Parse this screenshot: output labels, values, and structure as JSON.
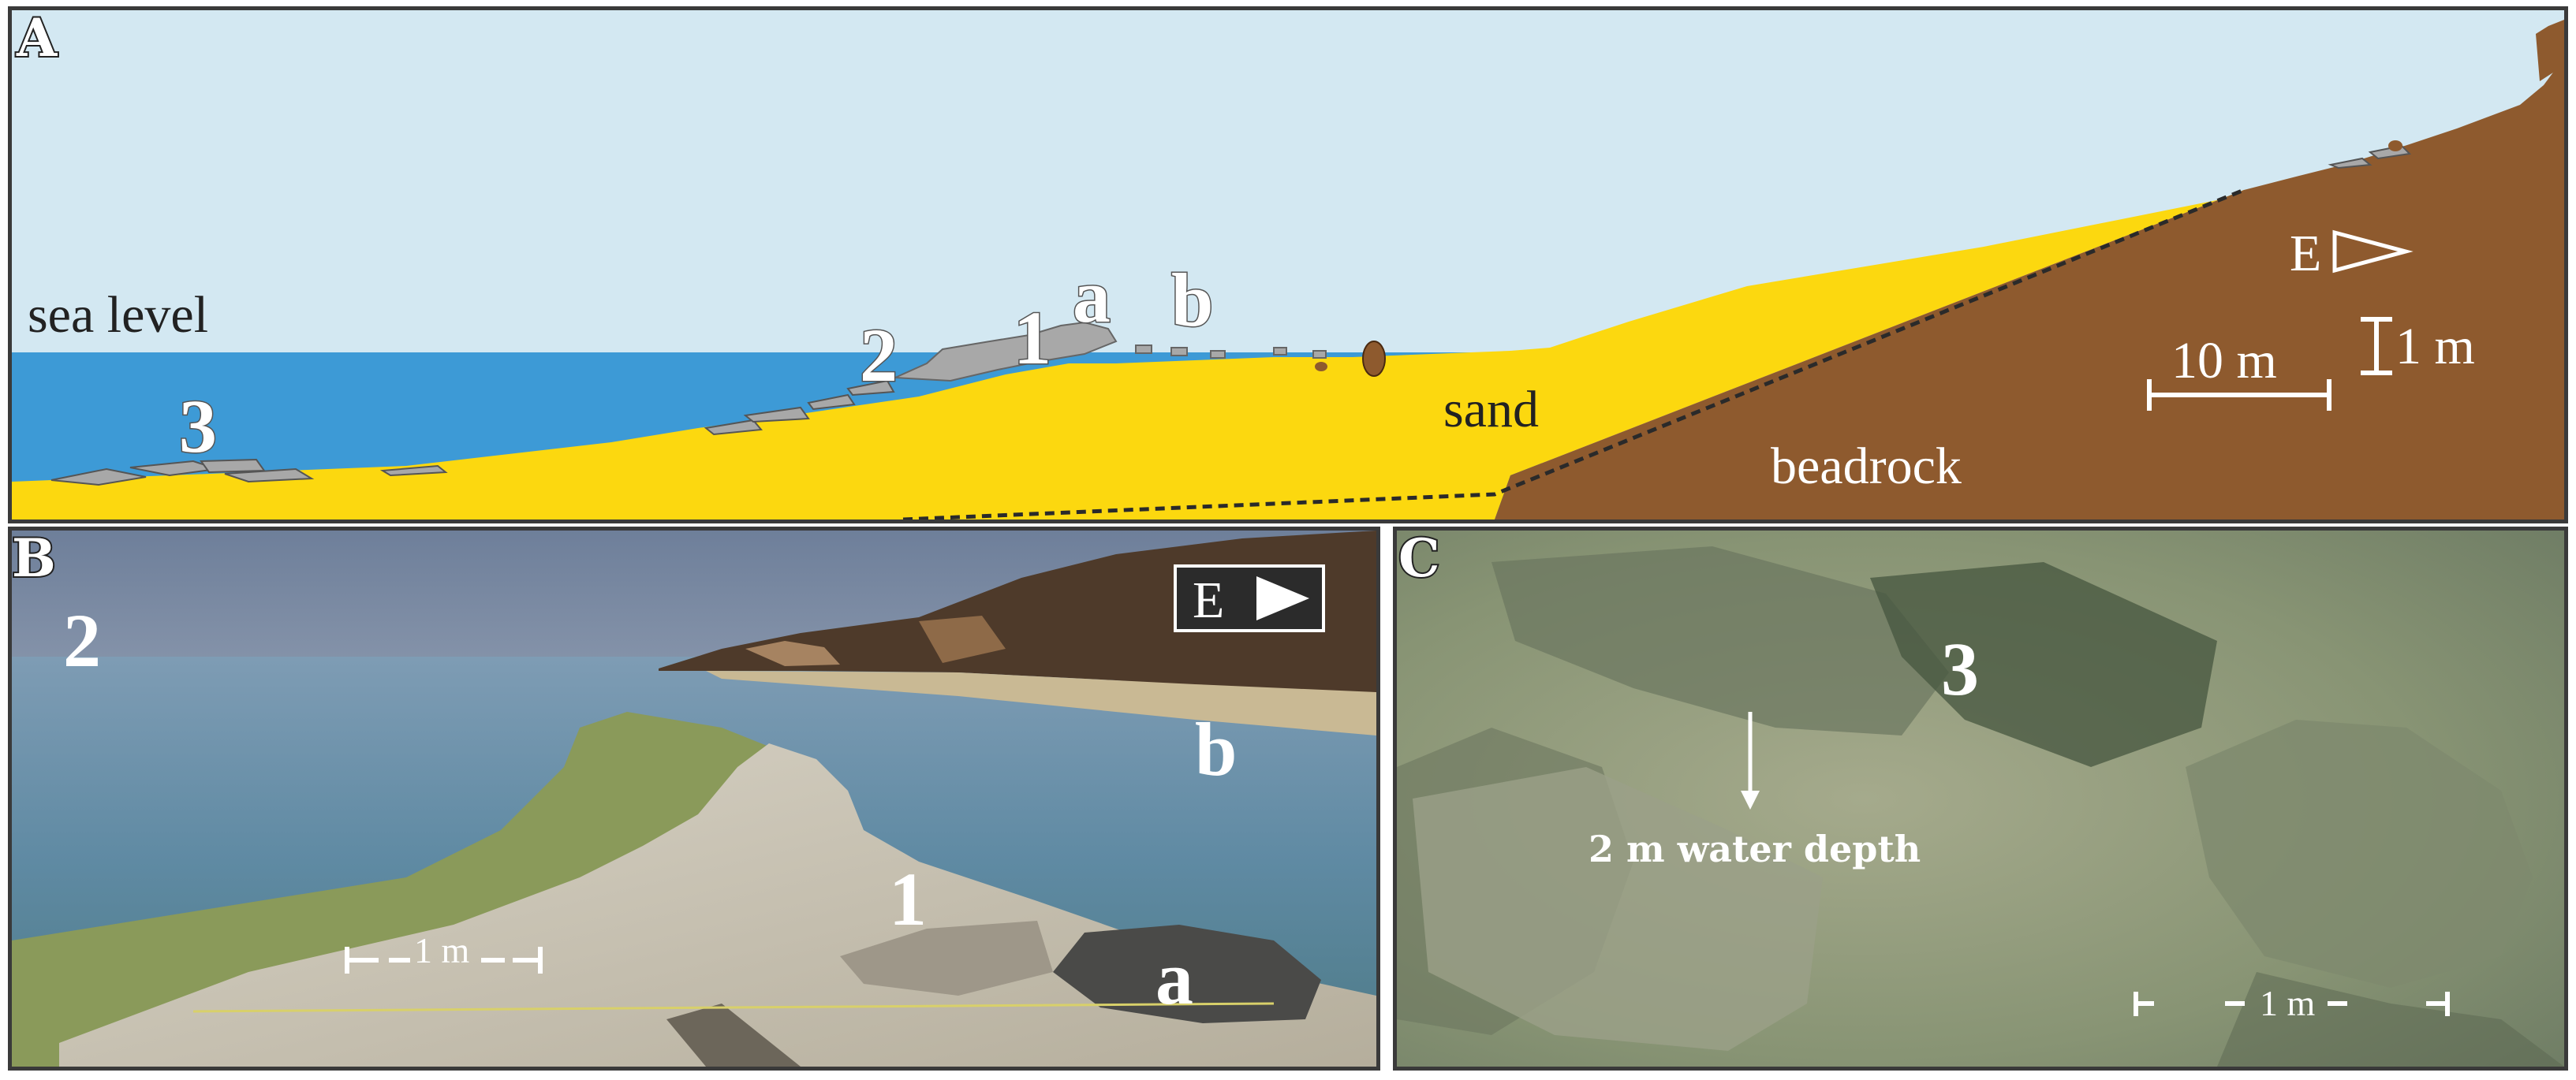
{
  "figure": {
    "panel_a": {
      "letter": "A",
      "sea_level": "sea level",
      "sand": "sand",
      "bedrock": "beadrock",
      "site_1": "1",
      "site_2": "2",
      "site_3": "3",
      "site_a": "a",
      "site_b": "b",
      "direction": "E",
      "scale_horizontal": "10 m",
      "scale_vertical": "1 m"
    },
    "panel_b": {
      "letter": "B",
      "site_1": "1",
      "site_2": "2",
      "site_a": "a",
      "site_b": "b",
      "direction": "E",
      "scale": "1 m"
    },
    "panel_c": {
      "letter": "C",
      "site_3": "3",
      "water_depth": "2 m water depth",
      "scale": "1 m"
    }
  },
  "colors": {
    "sky": "#d3e8f2",
    "sea": "#3d9ad6",
    "sand": "#fcd80f",
    "bedrock": "#8e5a2e",
    "rock": "#a8a8a8"
  }
}
